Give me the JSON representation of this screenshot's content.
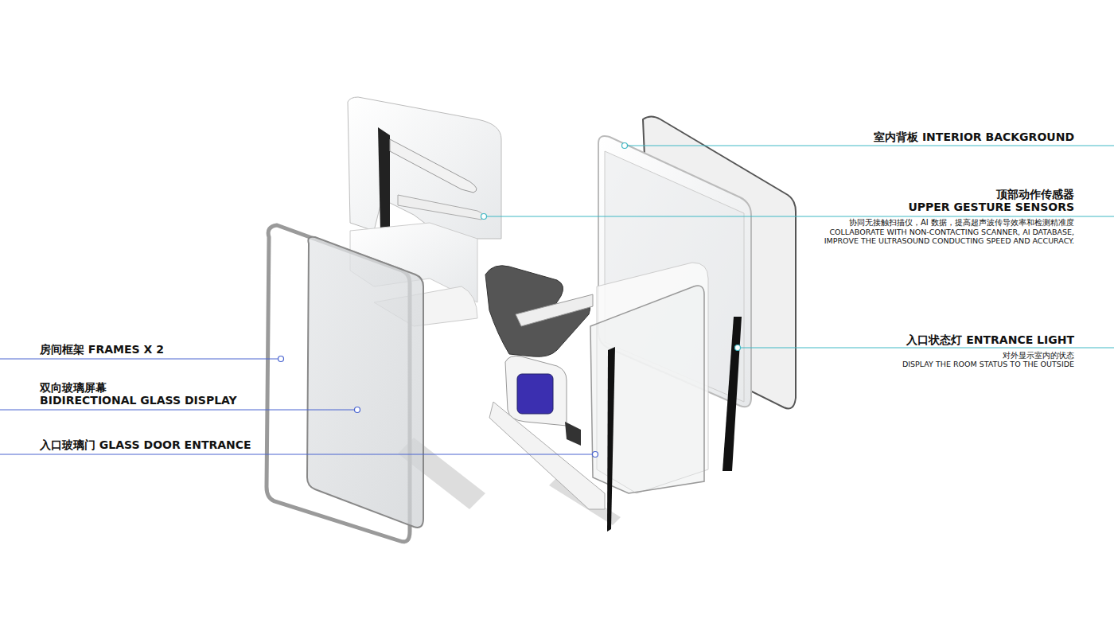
{
  "diagram": {
    "labels": [
      "室内背板 INTERIOR BACKGROUND",
      "顶部动作传感器",
      "UPPER GESTURE SENSORS",
      "协同无接触扫描仪，AI 数据，提高超声波传导效率和检测精准度",
      "COLLABORATE WITH NON-CONTACTING SCANNER, AI DATABASE,",
      "IMPROVE THE ULTRASOUND CONDUCTING SPEED AND ACCURACY.",
      "入口状态灯 ENTRANCE LIGHT",
      "对外显示室内的状态",
      "DISPLAY THE ROOM STATUS TO THE OUTSIDE",
      "房间框架 FRAMES X 2",
      "双向玻璃屏幕",
      "BIDIRECTIONAL GLASS DISPLAY",
      "入口玻璃门 GLASS DOOR ENTRANCE"
    ]
  }
}
